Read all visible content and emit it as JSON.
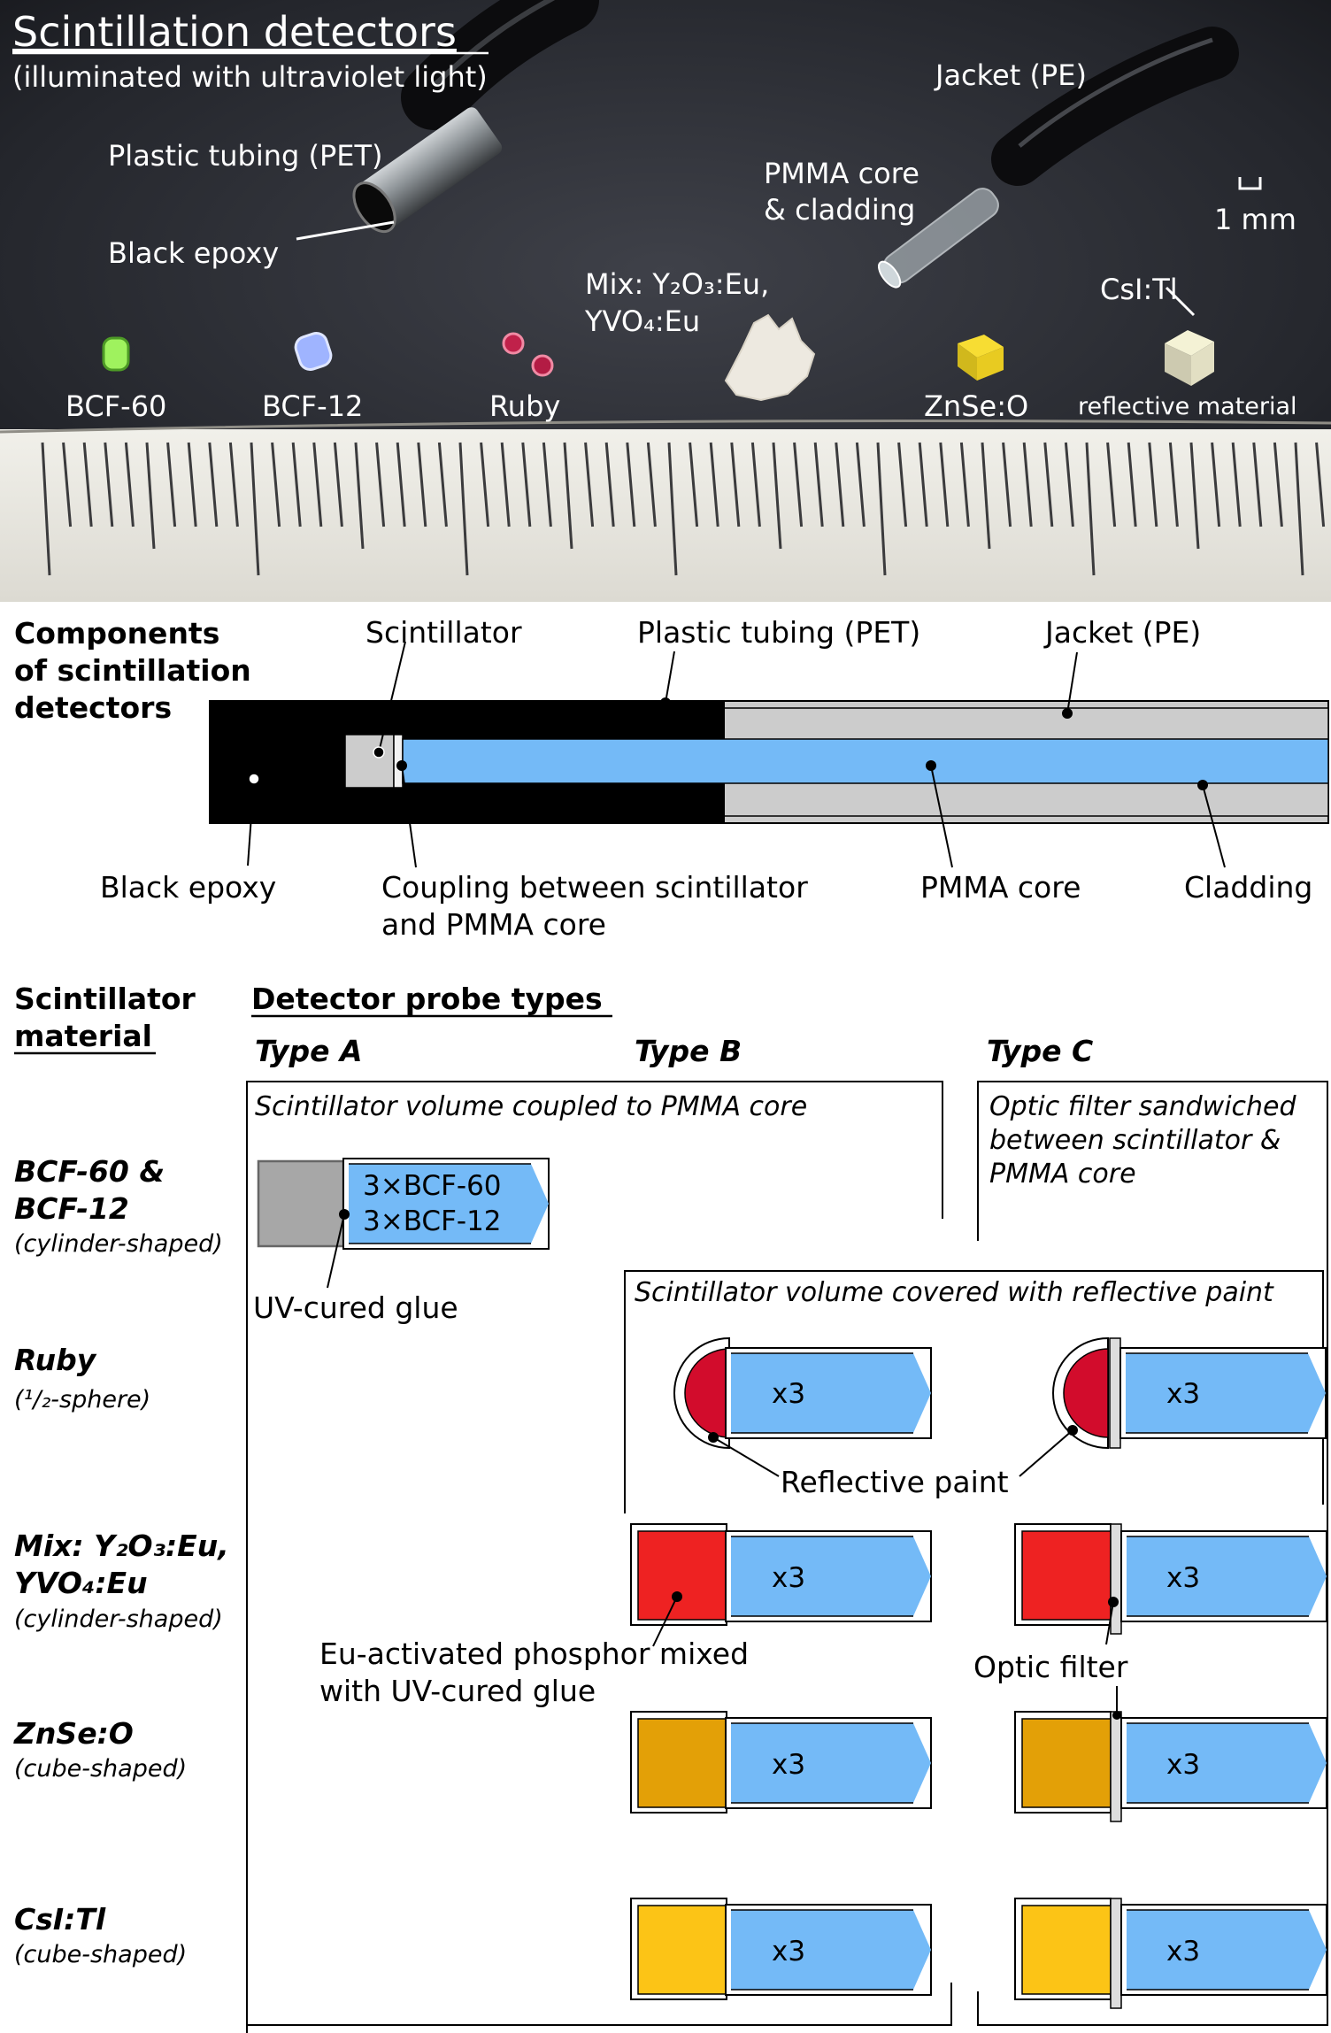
{
  "photo": {
    "title": "Scintillation detectors",
    "subtitle": "(illuminated with ultraviolet light)",
    "labels": {
      "tubing": "Plastic tubing (PET)",
      "jacket": "Jacket (PE)",
      "core_line1": "PMMA core",
      "core_line2": "& cladding",
      "scale": "1 mm",
      "epoxy": "Black epoxy",
      "mix_line1": "Mix: Y₂O₃:Eu,",
      "mix_line2": "YVO₄:Eu",
      "csi": "CsI:Tl",
      "bcf60": "BCF-60",
      "bcf12": "BCF-12",
      "ruby": "Ruby",
      "znse": "ZnSe:O",
      "reflective": "reflective material"
    }
  },
  "components": {
    "title_line1": "Components",
    "title_line2": "of scintillation",
    "title_line3": "detectors",
    "scintillator": "Scintillator",
    "tubing": "Plastic tubing (PET)",
    "jacket": "Jacket (PE)",
    "epoxy": "Black epoxy",
    "coupling_line1": "Coupling between scintillator",
    "coupling_line2": "and PMMA core",
    "core": "PMMA core",
    "cladding": "Cladding"
  },
  "probes": {
    "material_header_line1": "Scintillator",
    "material_header_line2": "material",
    "types_header": "Detector probe types",
    "type_a": "Type A",
    "type_b": "Type B",
    "type_c": "Type C",
    "box_coupled": "Scintillator volume coupled to PMMA core",
    "box_filter_line1": "Optic filter sandwiched",
    "box_filter_line2": "between scintillator &",
    "box_filter_line3": "PMMA core",
    "box_reflective": "Scintillator volume covered with reflective paint",
    "bcf_count_60": "3×BCF-60",
    "bcf_count_12": "3×BCF-12",
    "count": "x3",
    "glue": "UV-cured glue",
    "reflective_paint": "Reflective paint",
    "phosphor_line1": "Eu-activated phosphor mixed",
    "phosphor_line2": "with UV-cured glue",
    "optic_filter": "Optic filter",
    "materials": [
      {
        "name_line1": "BCF-60 &",
        "name_line2": "BCF-12",
        "shape": "(cylinder-shaped)"
      },
      {
        "name_line1": "Ruby",
        "name_line2": "",
        "shape": "(¹/₂-sphere)"
      },
      {
        "name_line1": "Mix: Y₂O₃:Eu,",
        "name_line2": "YVO₄:Eu",
        "shape": "(cylinder-shaped)"
      },
      {
        "name_line1": "ZnSe:O",
        "name_line2": "",
        "shape": "(cube-shaped)"
      },
      {
        "name_line1": "CsI:Tl",
        "name_line2": "",
        "shape": "(cube-shaped)"
      }
    ]
  },
  "colors": {
    "core": "#74baf7",
    "gray_scintillator": "#a7a7a7",
    "ruby": "#d20c2c",
    "mix": "#ee2222",
    "znse": "#e3a007",
    "csi": "#fcc416"
  }
}
